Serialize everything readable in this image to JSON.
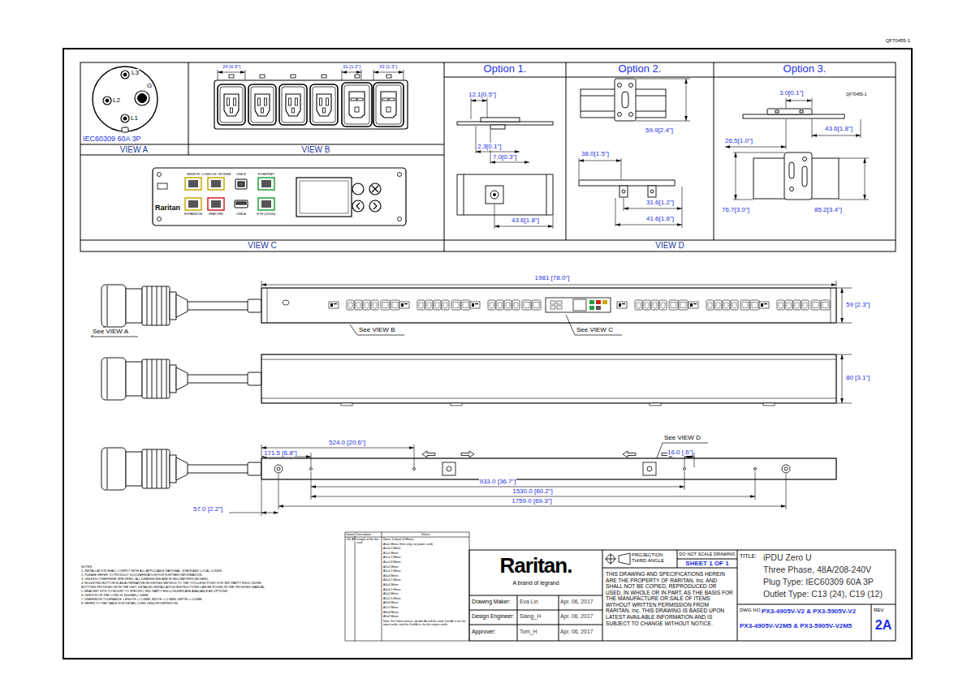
{
  "diagram": {
    "nodes": [
      {
        "text": [
          "VIEW A"
        ]
      },
      {
        "text": [
          "VIEW B"
        ]
      },
      {
        "text": [
          "VIEW C"
        ]
      },
      {
        "text": [
          "Option 1."
        ]
      },
      {
        "text": [
          "Option 2."
        ]
      },
      {
        "text": [
          "Option 3."
        ]
      },
      {
        "text": [
          "VIEW D"
        ]
      },
      {
        "text": [
          "Raritan.",
          "A brand of legrand"
        ]
      },
      {
        "text": [
          "Drawing Maker:",
          "Eva Lin",
          "Apr. 06, 2017"
        ]
      },
      {
        "text": [
          "Design Engineer:",
          "Siang_H",
          "Apr. 06, 2017"
        ]
      },
      {
        "text": [
          "Approver:",
          "Tom_H",
          "Apr. 06, 2017"
        ]
      },
      {
        "text": [
          "PROJECTION THIRD ANGLE"
        ]
      },
      {
        "text": [
          "DO NOT SCALE DRAWING"
        ]
      },
      {
        "text": [
          "SHEET 1 OF 1"
        ]
      },
      {
        "text": [
          "THIS DRAWING AND SPECIFICATIONS HEREIN ARE THE PROPERTY OF RARITAN, Inc. AND SHALL NOT BE COPIED, REPRODUCED OR USED, IN WHOLE OR IN PART, AS THE BASIS FOR THE MANUFACTURE OR SALE OF ITEMS WITHOUT WRITTEN PERMISSION FROM RARITAN, Inc. THIS DRAWING IS BASED UPON LATEST AVAILABLE INFORMATION AND IS SUBJECT TO CHANGE WITHOUT NOTICE."
        ]
      },
      {
        "text": [
          "TITLE:",
          "iPDU Zero U",
          "Three Phase, 48A/208-240V",
          "Plug Type: IEC60309 60A 3P",
          "Outlet Type: C13 (24), C19 (12)"
        ]
      },
      {
        "text": [
          "DWG NO.",
          "PX3-4905V-V2 & PX3-5905V-V2",
          "PX3-4905V-V2M5 & PX3-5905V-V2M5"
        ]
      },
      {
        "text": [
          "REV.",
          "2A"
        ]
      }
    ],
    "labels": [
      "QF70455-1",
      "L3",
      "G",
      "L2",
      "L1",
      "IEC60309 60A 3P",
      "24 [0.9\"]",
      "31 [1.2\"]",
      "33 [1.3\"]",
      "SENSOR",
      "CONSOLE / MODEM",
      "USB-B",
      "ETHERNET",
      "EXPANSION",
      "FEATURE",
      "USB-A",
      "ETH (10/100)",
      "Raritan",
      "12.1[0.5\"]",
      "2.3[0.1\"]",
      "7.0[0.3\"]",
      "43.6[1.8\"]",
      "59.9[2.4\"]",
      "38.0[1.5\"]",
      "31.6[1.2\"]",
      "41.6[1.6\"]",
      "3.0[0.1\"]",
      "QF70455-1",
      "43.6[1.8\"]",
      "26.5[1.0\"]",
      "76.7[3.0\"]",
      "85.2[3.4\"]",
      "1981 [78.0\"]",
      "59 [2.3\"]",
      "See VIEW A",
      "See VIEW B",
      "See VIEW C",
      "80 [3.1\"]",
      "See VIEW D",
      "524.0 [20.6\"]",
      "171.5 [6.8\"]",
      "16.0 [.6\"]",
      "933.0 [36.7\"]",
      "1530.0 [60.2\"]",
      "1759.0 [69.3\"]",
      "57.0 [2.2\"]",
      "NOTES:",
      "1. INSTALLATION SHALL COMPLY WITH ALL APPLICABLE NATIONAL, STATE AND LOCAL CODES.",
      "2. PLEASE REFER TO PRODUCT DOCUMENTATION FOR FURTHER INFORMATION.",
      "3. UNLESS OTHERWISE SPECIFIED, ALL DIMENSIONS ARE IN MILLIMETERS (INCHES).",
      "4. MOUNTING BUTTON IS AN ALTERNATIVE MOUNTING METHOD TO THE TOOLLESS POINT FOR 3RD PARTY ENCLOSURE. BUTTONS PROVIDED WITH THE UNIT, DETAILED INSTALLATION INSTRUCTIONS CAN BE FOUND IN THE PROVIDED MANUAL.",
      "5. BRACKET KITS TO MOUNT TO SPECIFIC 3RD PARTY ENCLOSURES ARE AVAILABLE AS OPTIONS.",
      "6. LENGTH OF THE CORD IS 3000MM+/-10MM",
      "7. DIMENSION TOLERANCE: LENGTH +/-1.0MM, WIDTH +/-1.0MM, DEPTH +/-0.5MM",
      "8. REFER TO THE TABLE FOR DETAIL CORD LENGTH DEFINITION",
      "Option",
      "Description",
      "Values",
      "-XX-AM",
      "Length of the line cord",
      "None: Default (3 Meter)",
      "A0=0 Meter (Inlet only, no power cord)",
      "A0=0.5 Meter",
      "A1=1 Meter",
      "A1=1.5 Meter",
      "A1=1.8 Meter",
      "A2=2 Meter",
      "A2=2.5 Meter",
      "A3=3 Meter",
      "A3=3.5 Meter",
      "A4=4 Meter",
      "A4=4.5 Meter",
      "A5=5 Meter",
      "A5=5.5 Meter",
      "A6=6 Meter",
      "A7=7 Meter",
      "A8=8 Meter",
      "A9=9 Meter",
      "Note: For Inline meters, double Ax will be used; first Ax is for the input cords, and the 2nd Ax is for the output cords."
    ]
  }
}
